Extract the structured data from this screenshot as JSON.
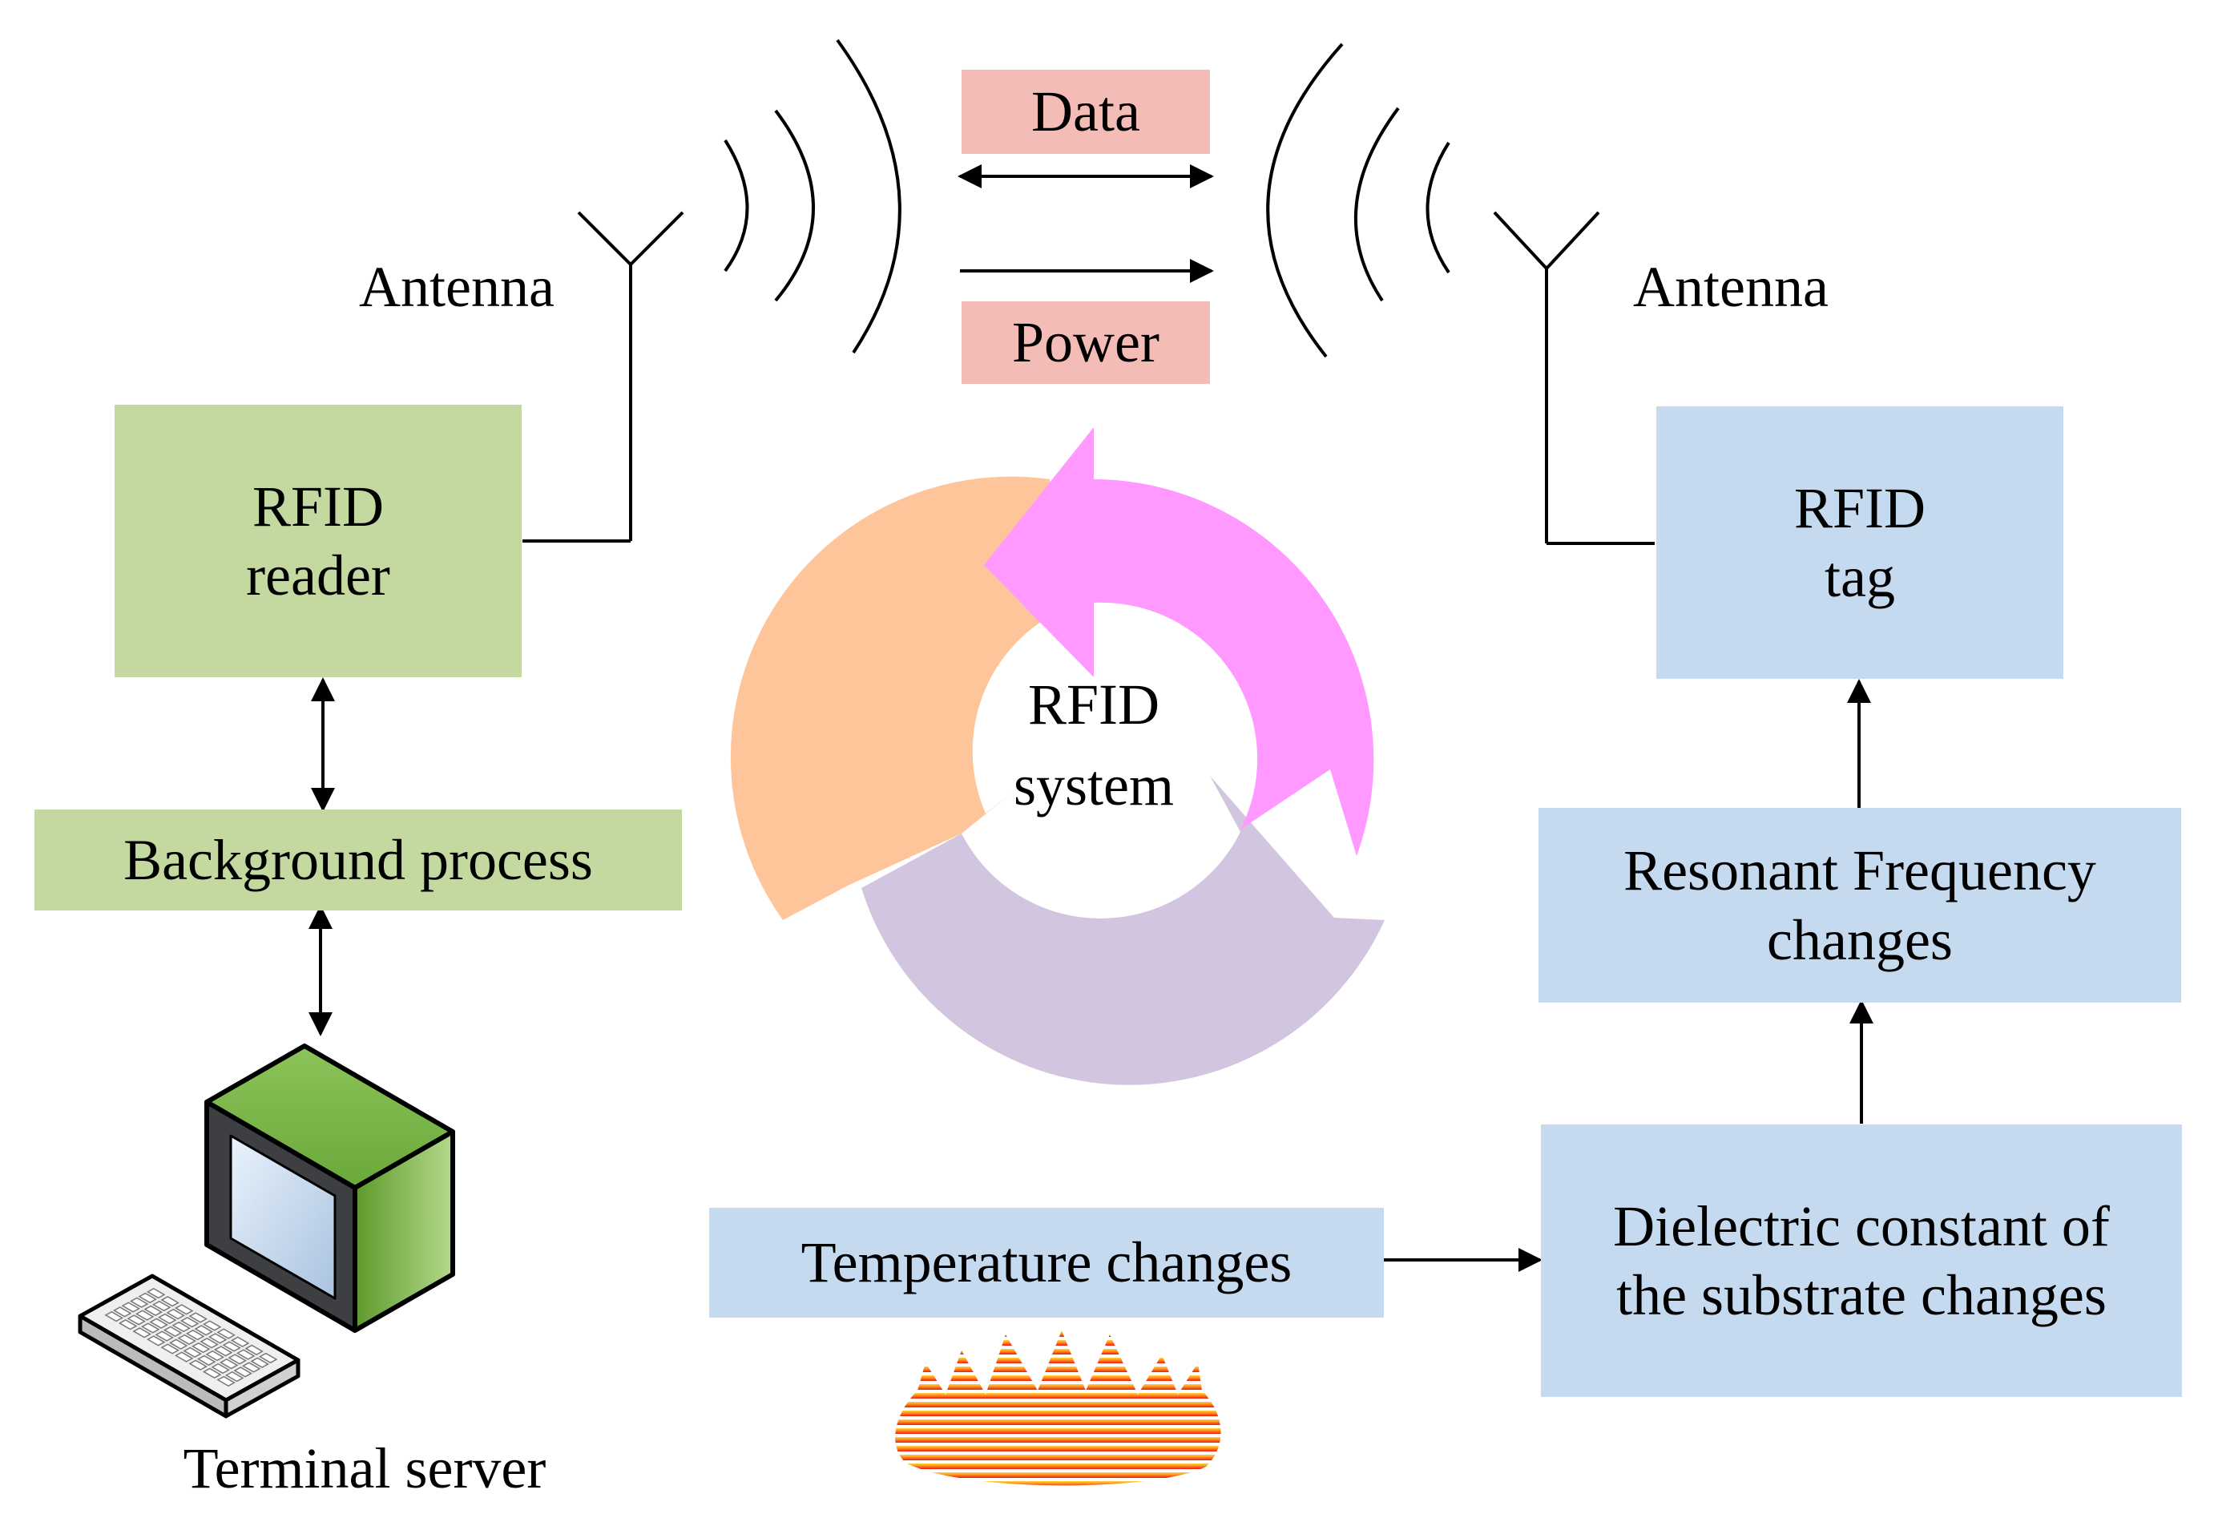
{
  "colors": {
    "green_box": "#c3d9a0",
    "blue_box": "#c5d9ef",
    "pink_box": "#f4bcb6",
    "cycle_pink": "#ff99ff",
    "cycle_orange": "#ffc59a",
    "cycle_lavender": "#d2c5df",
    "line": "#000000"
  },
  "reader_antenna_label": "Antenna",
  "tag_antenna_label": "Antenna",
  "data_label": "Data",
  "power_label": "Power",
  "reader_box": {
    "line1": "RFID",
    "line2": "reader"
  },
  "tag_box": {
    "line1": "RFID",
    "line2": "tag"
  },
  "background_process_label": "Background process",
  "terminal_server_label": "Terminal server",
  "cycle_label": {
    "line1": "RFID",
    "line2": "system"
  },
  "resonant_box": {
    "line1": "Resonant Frequency",
    "line2": "changes"
  },
  "dielectric_box": {
    "line1": "Dielectric constant of",
    "line2": "the substrate changes"
  },
  "temperature_label": "Temperature changes",
  "icons": [
    "antenna-icon",
    "radio-wave-icon",
    "computer-icon",
    "keyboard-icon",
    "flame-icon",
    "cycle-arrows-icon"
  ]
}
